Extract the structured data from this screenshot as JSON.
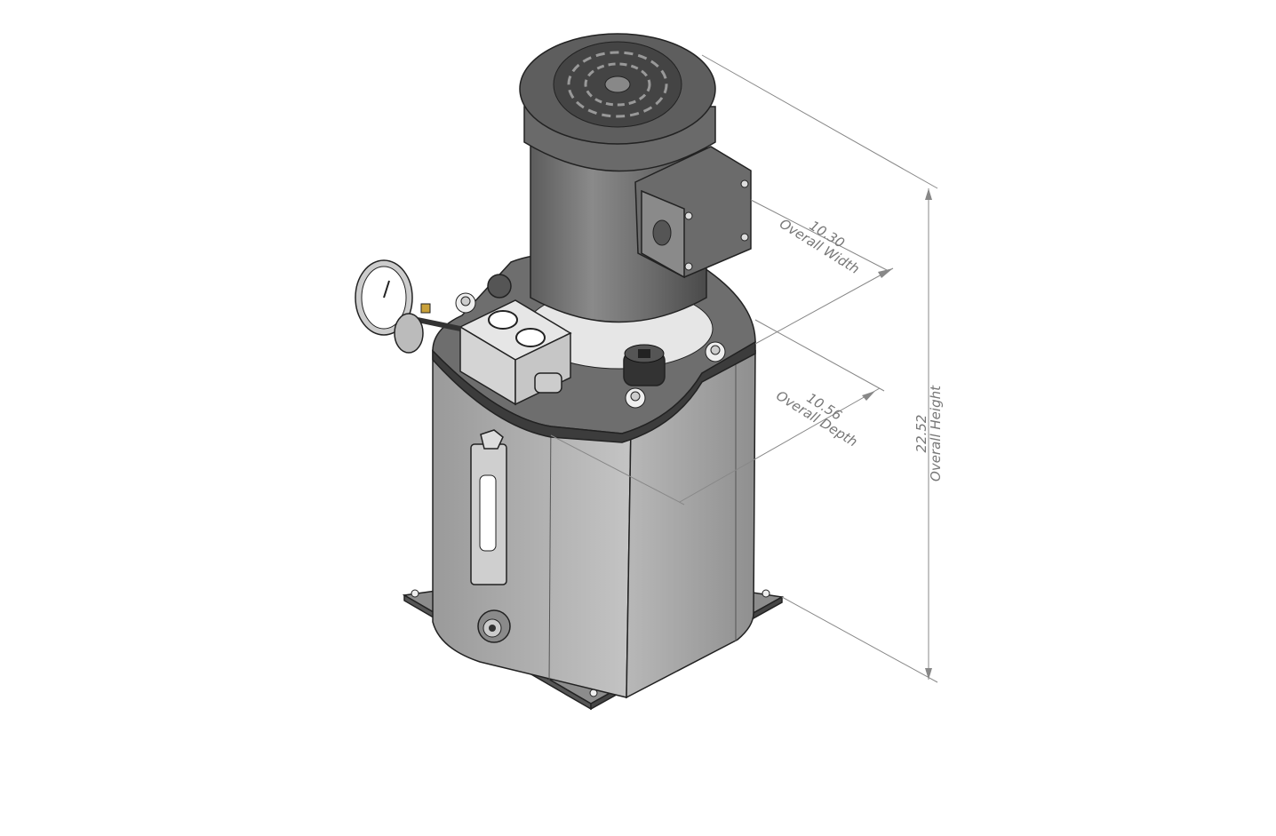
{
  "dimensions": {
    "width": {
      "value": "10.30",
      "label": "Overall Width"
    },
    "depth": {
      "value": "10.56",
      "label": "Overall Depth"
    },
    "height": {
      "value": "22.52",
      "label": "Overall Height"
    }
  },
  "colors": {
    "body": "#a9a9a9",
    "dark": "#6e6e6e",
    "light": "#d9d9d9",
    "dimension": "#888888"
  }
}
